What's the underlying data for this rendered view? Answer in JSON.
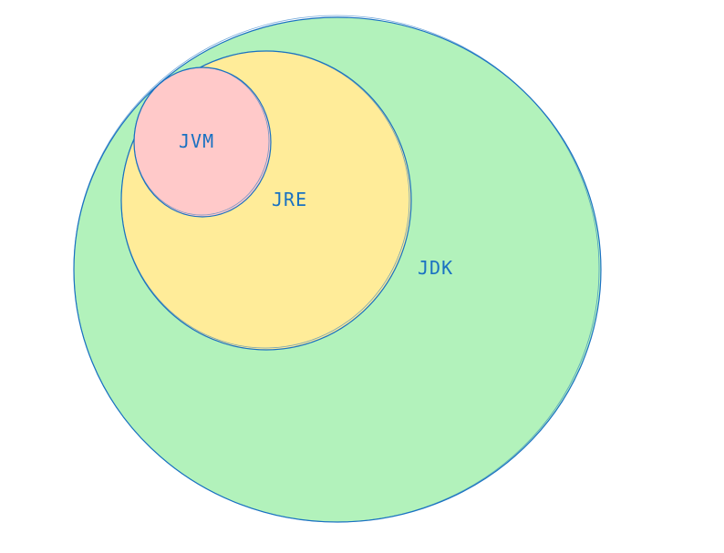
{
  "diagram": {
    "jdk": {
      "label": "JDK",
      "fill": "#b2f2bb",
      "stroke": "#1971c2"
    },
    "jre": {
      "label": "JRE",
      "fill": "#ffec99",
      "stroke": "#1971c2"
    },
    "jvm": {
      "label": "JVM",
      "fill": "#ffc9c9",
      "stroke": "#1971c2"
    },
    "label_color": "#1971c2"
  }
}
